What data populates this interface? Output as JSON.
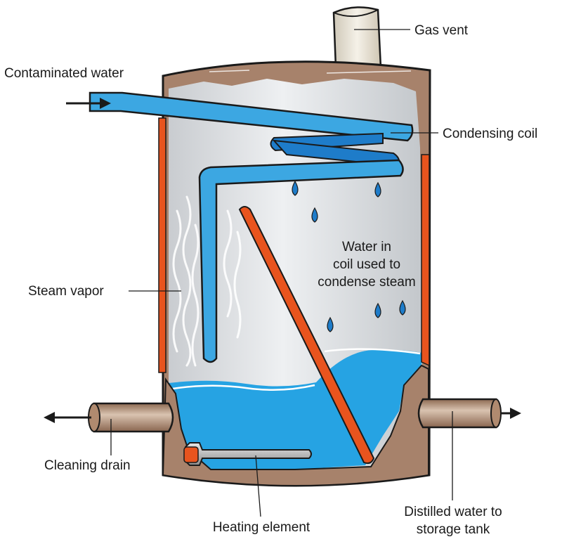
{
  "labels": {
    "gas_vent": "Gas vent",
    "contaminated_water": "Contaminated water",
    "condensing_coil": "Condensing coil",
    "water_in_coil": [
      "Water in",
      "coil used to",
      "condense steam"
    ],
    "steam_vapor": "Steam vapor",
    "cleaning_drain": "Cleaning drain",
    "heating_element": "Heating element",
    "distilled_water": [
      "Distilled water to",
      "storage tank"
    ]
  },
  "colors": {
    "tank_shell": "#a7826b",
    "tank_interior": "#dfe1e3",
    "water": "#26a3e3",
    "coil": "#3ca7e2",
    "coil_dark": "#1e7cc9",
    "heat_wall": "#e8541e",
    "pipe": "#b08a6f",
    "outline": "#1a1a1a"
  }
}
